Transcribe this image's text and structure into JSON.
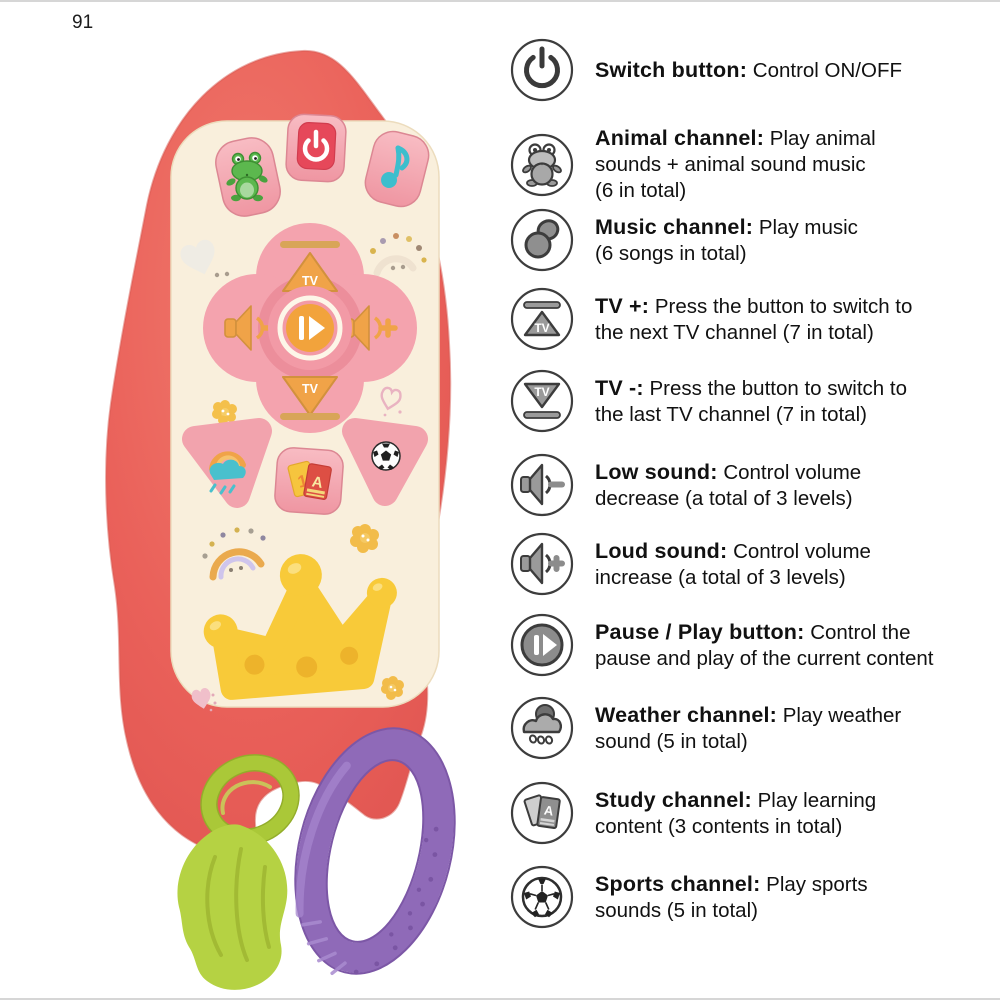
{
  "page": {
    "number": "91"
  },
  "glyphs": {
    "tv": "TV",
    "card_letter_a": "A",
    "card_number_1": "1"
  },
  "colors": {
    "body_coral": "#ec675e",
    "face_cream": "#f9efdc",
    "button_pink": "#f2a3ad",
    "power_red": "#e6485a",
    "accent_orange": "#f0a348",
    "crown_yellow": "#f8ca39",
    "teether_green": "#b5d243",
    "teether_purple": "#8f6ab8",
    "icon_gray": "#8f8f8f",
    "icon_outline": "#3c3c3c"
  },
  "remote": {
    "buttons": [
      "animal-frog",
      "power",
      "music-note",
      "tv-plus",
      "volume-minus",
      "play-pause",
      "volume-plus",
      "tv-minus",
      "weather",
      "study",
      "sports"
    ],
    "attachments": [
      "green-leaf-teether",
      "purple-ring-teether"
    ],
    "decorations": [
      "white-heart",
      "rainbow-hearts",
      "yellow-flowers",
      "crown",
      "pink-hearts"
    ]
  },
  "features": [
    {
      "icon": "power-icon",
      "label": "Switch button:",
      "description": "Control ON/OFF"
    },
    {
      "icon": "frog-icon",
      "label": "Animal channel:",
      "description": "Play animal\nsounds + animal sound music\n(6 in total)"
    },
    {
      "icon": "music-note-icon",
      "label": "Music channel:",
      "description": "Play music\n(6 songs in total)"
    },
    {
      "icon": "tv-up-icon",
      "label": "TV +:",
      "description": "Press the button to switch to\nthe next TV channel (7 in total)"
    },
    {
      "icon": "tv-down-icon",
      "label": "TV -:",
      "description": "Press the button to switch to\nthe last TV channel (7 in total)"
    },
    {
      "icon": "volume-down-icon",
      "label": "Low sound:",
      "description": "Control volume\ndecrease (a total of 3 levels)"
    },
    {
      "icon": "volume-up-icon",
      "label": "Loud sound:",
      "description": "Control volume\nincrease (a total of 3 levels)"
    },
    {
      "icon": "pause-play-icon",
      "label": "Pause / Play button:",
      "description": "Control the\npause and play of the current content"
    },
    {
      "icon": "weather-icon",
      "label": "Weather channel:",
      "description": "Play weather\nsound (5 in total)"
    },
    {
      "icon": "study-icon",
      "label": "Study channel:",
      "description": "Play learning\ncontent (3 contents in total)"
    },
    {
      "icon": "sports-icon",
      "label": "Sports channel:",
      "description": "Play sports\nsounds (5 in total)"
    }
  ]
}
